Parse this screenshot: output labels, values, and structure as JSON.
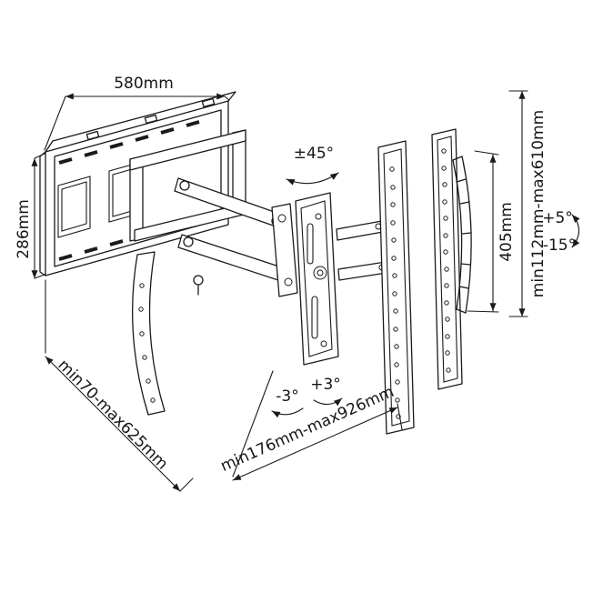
{
  "title": "TV wall mount dimension diagram",
  "colors": {
    "line": "#1a1a1a",
    "background": "#ffffff"
  },
  "dimensions": {
    "wall_plate_width": "580mm",
    "wall_plate_height": "286mm",
    "tv_bracket_height": "405mm",
    "extension_range": "min112mm-max610mm",
    "arm_reach_range": "min70-max625mm",
    "horizontal_range": "min176mm-max926mm"
  },
  "angles": {
    "swivel": "±45°",
    "tilt_up": "+5°",
    "tilt_down": "-15°",
    "level_left": "-3°",
    "level_right": "+3°"
  }
}
